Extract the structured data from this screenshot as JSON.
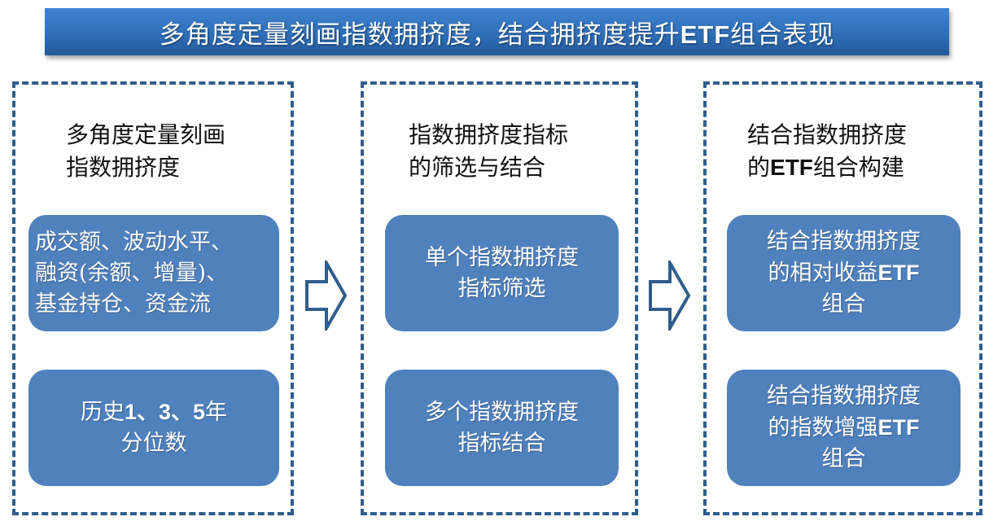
{
  "banner": {
    "title_parts": [
      "多角度定量刻画指数拥挤度，结合拥挤度提升",
      "ETF",
      "组合表现"
    ]
  },
  "colors": {
    "banner_blue": "#2f6fb8",
    "box_blue": "#4f81bd",
    "dash_border": "#2f5d8c",
    "arrow_outline": "#2f5d8c"
  },
  "panels": [
    {
      "title_lines": [
        [
          "多角度定量刻画"
        ],
        [
          "指数拥挤度"
        ]
      ],
      "boxes": [
        {
          "lines": [
            "成交额、波动水平、",
            "融资(余额、增量)、",
            "基金持仓、资金流"
          ]
        },
        {
          "lines": [
            [
              "历史",
              "1、3、5",
              "年"
            ],
            [
              "分位数"
            ]
          ]
        }
      ]
    },
    {
      "title_lines": [
        [
          "指数拥挤度指标"
        ],
        [
          "的筛选与结合"
        ]
      ],
      "boxes": [
        {
          "lines": [
            "单个指数拥挤度",
            "指标筛选"
          ]
        },
        {
          "lines": [
            "多个指数拥挤度",
            "指标结合"
          ]
        }
      ]
    },
    {
      "title_lines": [
        [
          "结合指数拥挤度"
        ],
        [
          "的",
          "ETF",
          "组合构建"
        ]
      ],
      "boxes": [
        {
          "lines": [
            [
              "结合指数拥挤度"
            ],
            [
              "的相对收益",
              "ETF"
            ],
            [
              "组合"
            ]
          ]
        },
        {
          "lines": [
            [
              "结合指数拥挤度"
            ],
            [
              "的指数增强",
              "ETF"
            ],
            [
              "组合"
            ]
          ]
        }
      ]
    }
  ],
  "arrows": [
    {
      "icon": "right-arrow-icon",
      "from": "panel-1",
      "to": "panel-2"
    },
    {
      "icon": "right-arrow-icon",
      "from": "panel-2",
      "to": "panel-3"
    }
  ]
}
